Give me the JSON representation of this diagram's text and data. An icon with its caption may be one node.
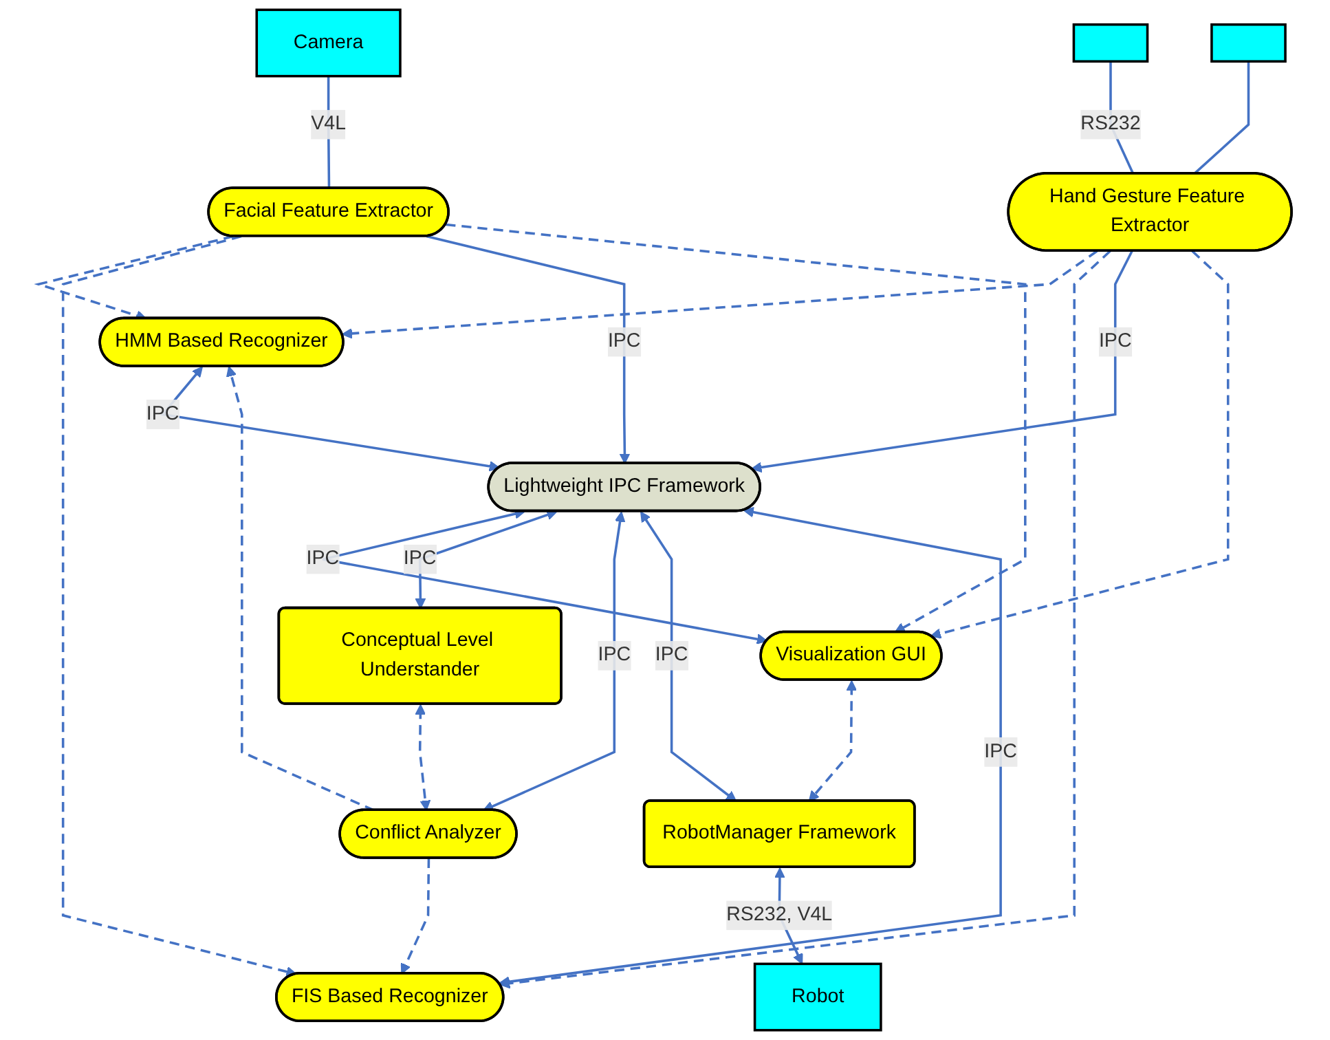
{
  "diagram": {
    "nodes": [
      {
        "text": [
          "Camera"
        ]
      },
      {
        "text": [
          "HMM Based Recognizer"
        ]
      },
      {
        "text": [
          "FIS Based Recognizer"
        ]
      },
      {
        "text": [],
        "shape": "box"
      },
      {
        "text": [],
        "shape": "box"
      },
      {
        "text": [
          "Facial Feature Extractor"
        ]
      },
      {
        "text": [
          "Hand Gesture Feature Extractor"
        ]
      },
      {
        "text": [
          "Lightweight IPC Framework"
        ]
      },
      {
        "text": [
          "Conceptual Level Understander"
        ]
      },
      {
        "text": [
          "Conflict Analyzer"
        ]
      },
      {
        "text": [
          "Visualization GUI"
        ]
      },
      {
        "text": [
          "RobotManager Framework"
        ]
      },
      {
        "text": [
          "Robot"
        ]
      }
    ],
    "edges": [
      {
        "from": 0,
        "to": 5,
        "arrow": "none",
        "label": "V4L"
      },
      {
        "from": 3,
        "to": 6,
        "arrow": "none",
        "label": "RS232"
      },
      {
        "from": 4,
        "to": 6,
        "arrow": "none"
      },
      {
        "from": 5,
        "to": 1,
        "arrow": "to",
        "style": "dashed"
      },
      {
        "from": 5,
        "to": 2,
        "arrow": "to",
        "style": "dashed"
      },
      {
        "from": 6,
        "to": 1,
        "arrow": "to",
        "style": "dashed"
      },
      {
        "from": 6,
        "to": 2,
        "arrow": "to",
        "style": "dashed"
      },
      {
        "from": 9,
        "to": 1,
        "arrow": "to",
        "style": "dashed"
      },
      {
        "from": 9,
        "to": 2,
        "arrow": "to",
        "style": "dashed"
      },
      {
        "from": 1,
        "to": 7,
        "arrow": "both",
        "label": "IPC"
      },
      {
        "from": 2,
        "to": 7,
        "arrow": "both",
        "label": "IPC"
      },
      {
        "from": 5,
        "to": 7,
        "arrow": "to",
        "label": "IPC"
      },
      {
        "from": 6,
        "to": 7,
        "arrow": "to",
        "label": "IPC"
      },
      {
        "from": 7,
        "to": 10,
        "arrow": "both",
        "label": "IPC"
      },
      {
        "from": 7,
        "to": 8,
        "arrow": "both",
        "label": "IPC"
      },
      {
        "from": 7,
        "to": 9,
        "arrow": "both",
        "label": "IPC"
      },
      {
        "from": 7,
        "to": 11,
        "arrow": "both",
        "label": "IPC"
      },
      {
        "from": 5,
        "to": 10,
        "arrow": "to",
        "style": "dashed"
      },
      {
        "from": 6,
        "to": 10,
        "arrow": "to",
        "style": "dashed"
      },
      {
        "from": 8,
        "to": 9,
        "arrow": "both",
        "style": "dashed"
      },
      {
        "from": 10,
        "to": 11,
        "arrow": "both",
        "style": "dashed"
      },
      {
        "from": 11,
        "to": 12,
        "arrow": "both",
        "label": "RS232, V4L"
      }
    ]
  }
}
